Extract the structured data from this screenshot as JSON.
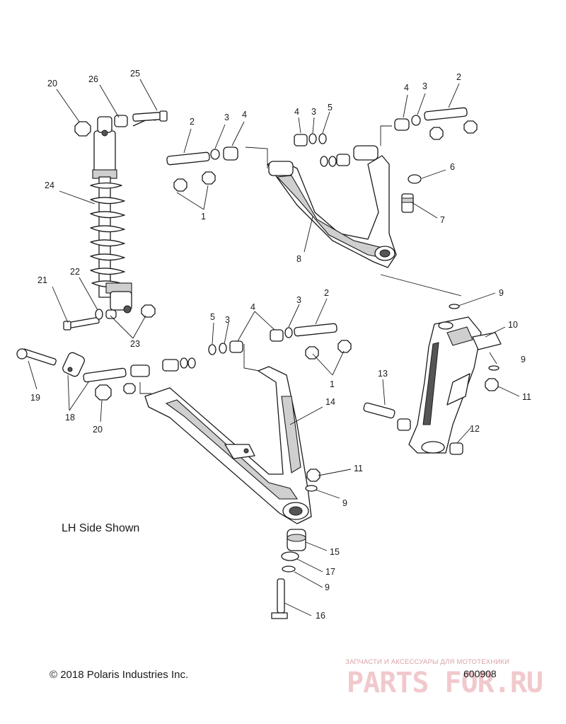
{
  "callouts": {
    "c20a": "20",
    "c26": "26",
    "c25": "25",
    "c24": "24",
    "c21": "21",
    "c22": "22",
    "c23": "23",
    "c19": "19",
    "c18": "18",
    "c20b": "20",
    "c2a": "2",
    "c3a": "3",
    "c4a": "4",
    "c1a": "1",
    "c4b": "4",
    "c3b": "3",
    "c5a": "5",
    "c4c": "4",
    "c3c": "3",
    "c2b": "2",
    "c6": "6",
    "c7": "7",
    "c8": "8",
    "c9a": "9",
    "c10": "10",
    "c9b": "9",
    "c11a": "11",
    "c13": "13",
    "c12": "12",
    "c5b": "5",
    "c3d": "3",
    "c4d": "4",
    "c3e": "3",
    "c2c": "2",
    "c1b": "1",
    "c14": "14",
    "c11b": "11",
    "c9c": "9",
    "c15": "15",
    "c17": "17",
    "c9d": "9",
    "c16": "16"
  },
  "notes": {
    "lh_side": "LH Side Shown",
    "copyright": "© 2018 Polaris Industries Inc.",
    "doc_number": "600908"
  },
  "watermark": {
    "tagline": "ЗАПЧАСТИ И АКСЕССУАРЫ ДЛЯ МОТОТЕХНИКИ",
    "logo": "PARTS FOR.RU"
  },
  "colors": {
    "line": "#1a1a1a",
    "watermark": "#f1c9cd"
  }
}
